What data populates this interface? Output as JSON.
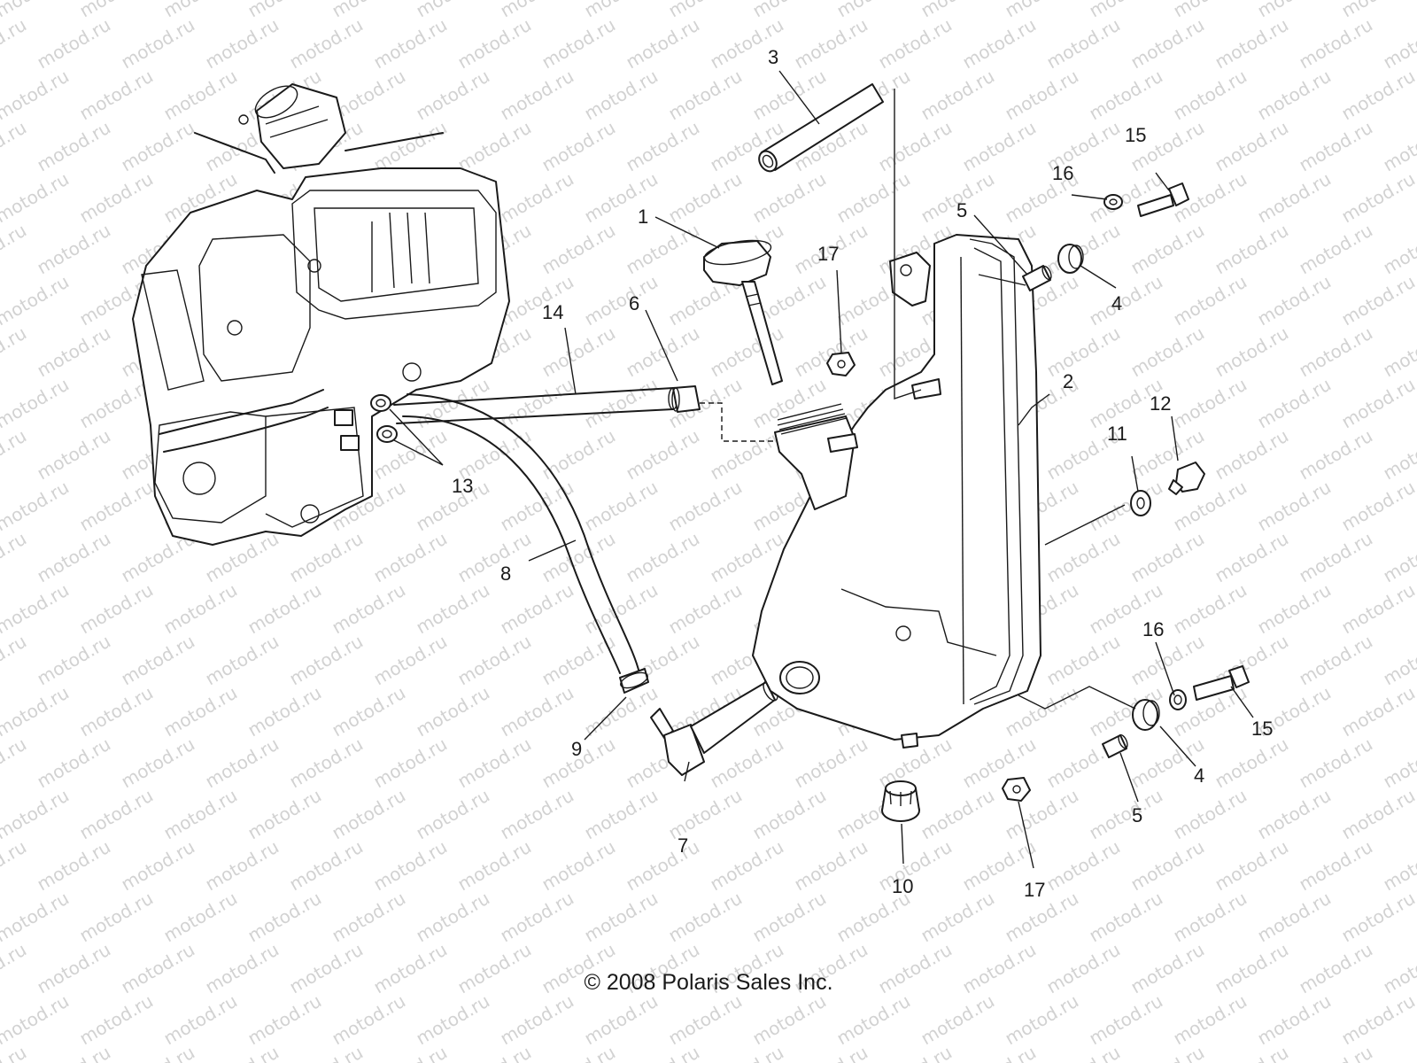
{
  "watermark": "motod.ru",
  "copyright": "© 2008 Polaris Sales Inc.",
  "callouts": {
    "c1": "1",
    "c2": "2",
    "c3": "3",
    "c4a": "4",
    "c4b": "4",
    "c5a": "5",
    "c5b": "5",
    "c6": "6",
    "c7": "7",
    "c8": "8",
    "c9": "9",
    "c10": "10",
    "c11": "11",
    "c12": "12",
    "c13": "13",
    "c14": "14",
    "c15a": "15",
    "c15b": "15",
    "c16a": "16",
    "c16b": "16",
    "c17a": "17",
    "c17b": "17"
  }
}
